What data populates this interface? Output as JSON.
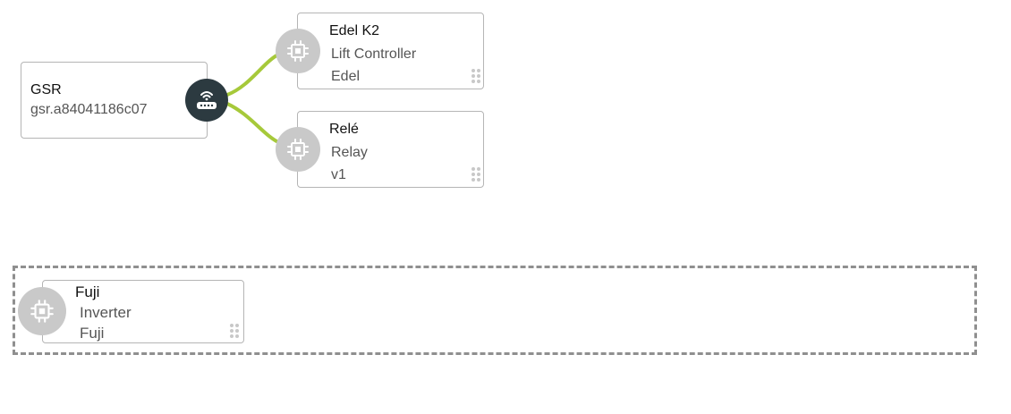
{
  "gateway": {
    "name": "GSR",
    "id": "gsr.a84041186c07",
    "icon": "router-wifi-icon"
  },
  "connection_color": "#a6c93a",
  "devices": [
    {
      "name": "Edel K2",
      "type": "Lift Controller",
      "vendor": "Edel",
      "icon": "chip-icon"
    },
    {
      "name": "Relé",
      "type": "Relay",
      "vendor": "v1",
      "icon": "chip-icon"
    }
  ],
  "unassigned": {
    "devices": [
      {
        "name": "Fuji",
        "type": "Inverter",
        "vendor": "Fuji",
        "icon": "chip-icon"
      }
    ]
  }
}
